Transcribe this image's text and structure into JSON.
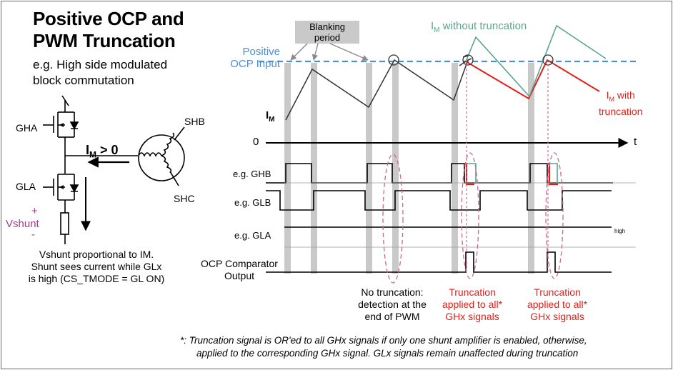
{
  "title_line1": "Positive OCP and",
  "title_line2": "PWM Truncation",
  "subtitle_line1": "e.g. High side modulated",
  "subtitle_line2": "block commutation",
  "circuit": {
    "gha": "GHA",
    "gla": "GLA",
    "shb": "SHB",
    "shc": "SHC",
    "im_label": "I",
    "im_sub": "M",
    "im_gt": " > 0",
    "plus": "+",
    "minus": "-",
    "vshunt": "Vshunt"
  },
  "vshunt_note": {
    "line1": "Vshunt proportional to IM.",
    "line2": "Shunt sees current while GLx",
    "line3": "is high (CS_TMODE = GL ON)"
  },
  "timing": {
    "blanking_line1": "Blanking",
    "blanking_line2": "period",
    "ocp_line1": "Positive",
    "ocp_line2": "OCP Input",
    "im_without_pre": "I",
    "im_without_sub": "M",
    "im_without_post": " without truncation",
    "im_with_pre": "I",
    "im_with_sub": "M",
    "im_with_post": " with",
    "im_with_line2": "truncation",
    "im_axis": "I",
    "im_axis_sub": "M",
    "zero": "0",
    "t": "t",
    "ghb": "e.g. GHB",
    "glb": "e.g. GLB",
    "gla": "e.g. GLA",
    "high": "high",
    "ocp_out1": "OCP Comparator",
    "ocp_out2": "Output"
  },
  "notes": {
    "no_trunc": [
      "No truncation:",
      "detection at the",
      "end of PWM"
    ],
    "trunc_a": [
      "Truncation",
      "applied to all*",
      "GHx signals"
    ],
    "trunc_b": [
      "Truncation",
      "applied to all*",
      "GHx signals"
    ]
  },
  "footnote_line1": "*: Truncation signal is OR'ed to all GHx signals if only one shunt amplifier is enabled, otherwise,",
  "footnote_line2": "applied to the corresponding GHx signal. GLx signals remain unaffected during truncation",
  "colors": {
    "red": "#e0201a",
    "blue": "#4f8fd0",
    "green": "#5aa58d",
    "purple": "#9c3f8f",
    "gray": "#c9c9c9"
  }
}
